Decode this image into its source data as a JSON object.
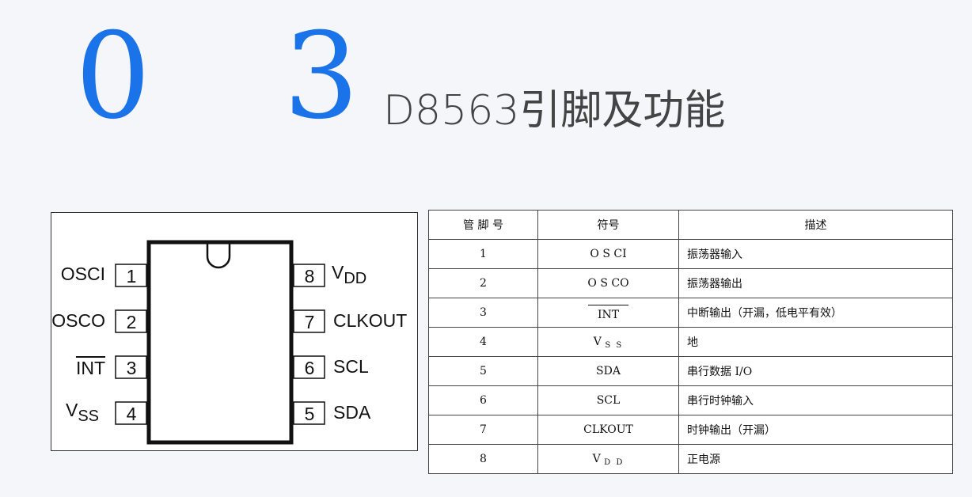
{
  "header": {
    "section_number": "0 3",
    "title": "D8563引脚及功能"
  },
  "pinout": {
    "left_pins": [
      {
        "num": "1",
        "label": "OSCI"
      },
      {
        "num": "2",
        "label": "OSCO"
      },
      {
        "num": "3",
        "label": "INT"
      },
      {
        "num": "4",
        "label_main": "V",
        "label_sub": "SS"
      }
    ],
    "right_pins": [
      {
        "num": "8",
        "label_main": "V",
        "label_sub": "DD"
      },
      {
        "num": "7",
        "label": "CLKOUT"
      },
      {
        "num": "6",
        "label": "SCL"
      },
      {
        "num": "5",
        "label": "SDA"
      }
    ]
  },
  "table": {
    "headers": [
      "管 脚 号",
      "符号",
      "描述"
    ],
    "rows": [
      {
        "pin": "1",
        "symbol": "O S CI",
        "desc": "振荡器输入"
      },
      {
        "pin": "2",
        "symbol": "O S CO",
        "desc": "振荡器输出"
      },
      {
        "pin": "3",
        "symbol": "INT",
        "desc": "中断输出（开漏，低电平有效）"
      },
      {
        "pin": "4",
        "symbol_main": "V",
        "symbol_sub": "S S",
        "desc": "地"
      },
      {
        "pin": "5",
        "symbol": "SDA",
        "desc": "串行数据 I/O"
      },
      {
        "pin": "6",
        "symbol": "SCL",
        "desc": "串行时钟输入"
      },
      {
        "pin": "7",
        "symbol": "CLKOUT",
        "desc": "时钟输出（开漏）"
      },
      {
        "pin": "8",
        "symbol_main": "V",
        "symbol_sub": "D D",
        "desc": "正电源"
      }
    ]
  },
  "colors": {
    "accent": "#1a73e8",
    "title": "#444444",
    "background": "#f5f6fa"
  }
}
